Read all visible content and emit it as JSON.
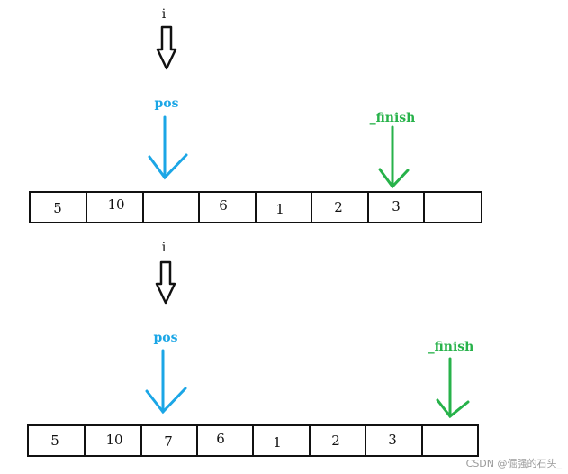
{
  "panels": [
    {
      "cells": [
        "5",
        "10",
        "",
        "6",
        "1",
        "2",
        "3",
        ""
      ],
      "i_label": "i",
      "pos_label": "pos",
      "finish_label": "_finish"
    },
    {
      "cells": [
        "5",
        "10",
        "7",
        "6",
        "1",
        "2",
        "3",
        ""
      ],
      "i_label": "i",
      "pos_label": "pos",
      "finish_label": "_finish"
    }
  ],
  "colors": {
    "i_arrow": "#111111",
    "pos": "#1ba6e6",
    "finish": "#27b24a",
    "cell_border": "#111111"
  },
  "watermark": "CSDN @倔强的石头_"
}
